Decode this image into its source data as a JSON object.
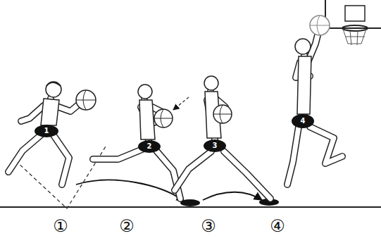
{
  "diagram": {
    "labels": [
      "1",
      "2",
      "3",
      "4",
      "①",
      "②",
      "③",
      "④"
    ]
  }
}
